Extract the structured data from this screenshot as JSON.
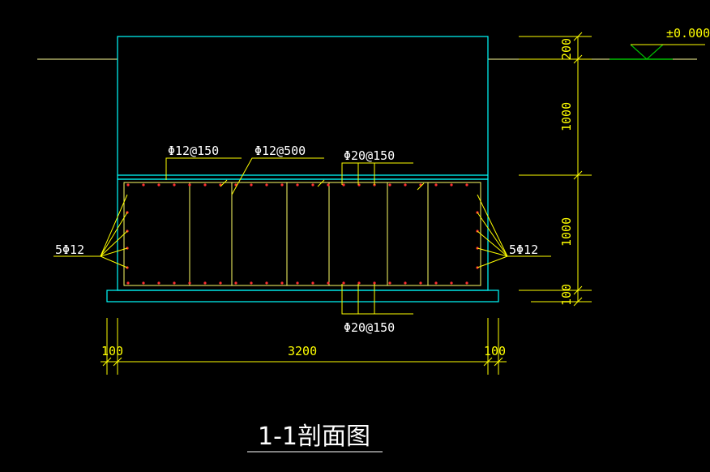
{
  "drawing": {
    "title": "1-1剖面图",
    "elevation": "±0.000"
  },
  "rebar": {
    "top_stirrup": "Φ12@150",
    "top_tie": "Φ12@500",
    "top_main": "Φ20@150",
    "bottom_main": "Φ20@150",
    "side_left": "5Φ12",
    "side_right": "5Φ12"
  },
  "dimensions": {
    "vertical": [
      "200",
      "1000",
      "1000",
      "100"
    ],
    "horizontal": [
      "100",
      "3200",
      "100"
    ]
  },
  "colors": {
    "background": "#000000",
    "outline": "#00ffff",
    "dimension": "#ffff00",
    "ground": "#ffff99",
    "rebar": "#ff3030",
    "text": "#ffffff",
    "elevation_mark": "#00c000"
  }
}
